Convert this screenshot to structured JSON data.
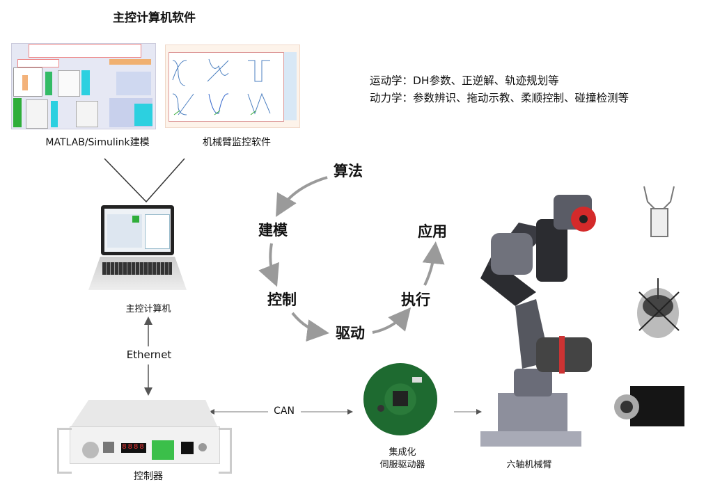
{
  "software_title": "主控计算机软件",
  "software": [
    {
      "label": "MATLAB/Simulink建模"
    },
    {
      "label": "机械臂监控软件"
    }
  ],
  "notes": [
    "运动学：DH参数、正逆解、轨迹规划等",
    "动力学：参数辨识、拖动示教、柔顺控制、碰撞检测等"
  ],
  "cycle": {
    "algorithm": "算法",
    "modeling": "建模",
    "control": "控制",
    "drive": "驱动",
    "execute": "执行",
    "application": "应用"
  },
  "computer_label": "主控计算机",
  "ethernet_label": "Ethernet",
  "controller_label": "控制器",
  "can_label": "CAN",
  "driver_label_1": "集成化",
  "driver_label_2": "伺服驱动器",
  "robot_label": "六轴机械臂",
  "colors": {
    "arrow": "#999999",
    "accent_red": "#d42a2a",
    "cyan": "#22c8d8",
    "green": "#2fae3a"
  }
}
